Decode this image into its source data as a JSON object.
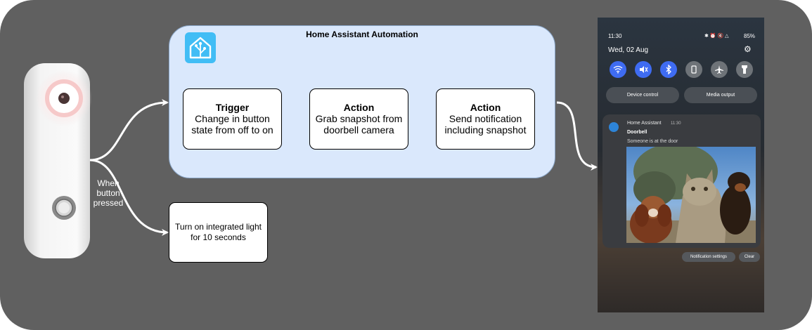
{
  "automation": {
    "title": "Home Assistant Automation",
    "trigger": {
      "heading": "Trigger",
      "body": "Change in button state from off to on"
    },
    "grab": {
      "heading": "Action",
      "body": "Grab snapshot from doorbell camera"
    },
    "notify": {
      "heading": "Action",
      "body": "Send notification including snapshot"
    }
  },
  "light": {
    "label": "Turn on integrated light for 10 seconds"
  },
  "edge_label": "When button pressed",
  "phone": {
    "status_time": "11:30",
    "status_battery": "85%",
    "date": "Wed, 02 Aug",
    "quick_settings": [
      {
        "icon": "wifi-icon",
        "active": true
      },
      {
        "icon": "mute-icon",
        "active": true
      },
      {
        "icon": "bluetooth-icon",
        "active": true
      },
      {
        "icon": "rotation-lock-icon",
        "active": false
      },
      {
        "icon": "airplane-icon",
        "active": false
      },
      {
        "icon": "flashlight-icon",
        "active": false
      }
    ],
    "device_control": "Device control",
    "media_output": "Media output",
    "notification": {
      "app": "Home Assistant",
      "time": "11:30",
      "title": "Doorbell",
      "message": "Someone is at the door"
    },
    "notification_settings": "Notification settings",
    "clear": "Clear"
  },
  "colors": {
    "background": "#606060",
    "automation_fill": "#dae8fc",
    "accent_blue": "#3f6cf2",
    "ha_logo": "#41bdf5"
  }
}
